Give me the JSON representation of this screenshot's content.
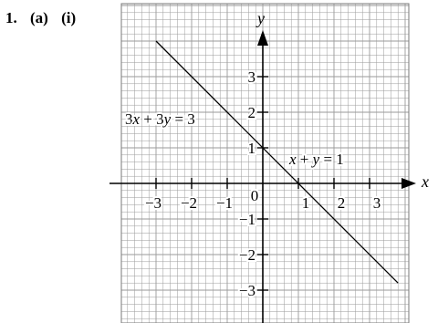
{
  "question": {
    "number": "1.",
    "part": "(a)",
    "subpart": "(i)"
  },
  "chart_data": {
    "type": "line",
    "xlabel": "x",
    "ylabel": "y",
    "xlim": [
      -3.7,
      4.1
    ],
    "ylim": [
      -3.85,
      4.45
    ],
    "grid": true,
    "x_ticks": [
      {
        "value": -3,
        "label": "−3"
      },
      {
        "value": -2,
        "label": "−2"
      },
      {
        "value": -1,
        "label": "−1"
      },
      {
        "value": 0,
        "label": "0"
      },
      {
        "value": 1,
        "label": "1"
      },
      {
        "value": 2,
        "label": "2"
      },
      {
        "value": 3,
        "label": "3"
      }
    ],
    "y_ticks": [
      {
        "value": 3,
        "label": "3"
      },
      {
        "value": 2,
        "label": "2"
      },
      {
        "value": 1,
        "label": "1"
      },
      {
        "value": -1,
        "label": "−1"
      },
      {
        "value": -2,
        "label": "−2"
      },
      {
        "value": -3,
        "label": "−3"
      }
    ],
    "series": [
      {
        "x": [
          -3,
          3.8
        ],
        "y": [
          4,
          -2.8
        ]
      }
    ],
    "annotations": [
      {
        "text": "3x + 3y = 3"
      },
      {
        "text": "x + y = 1"
      }
    ]
  }
}
